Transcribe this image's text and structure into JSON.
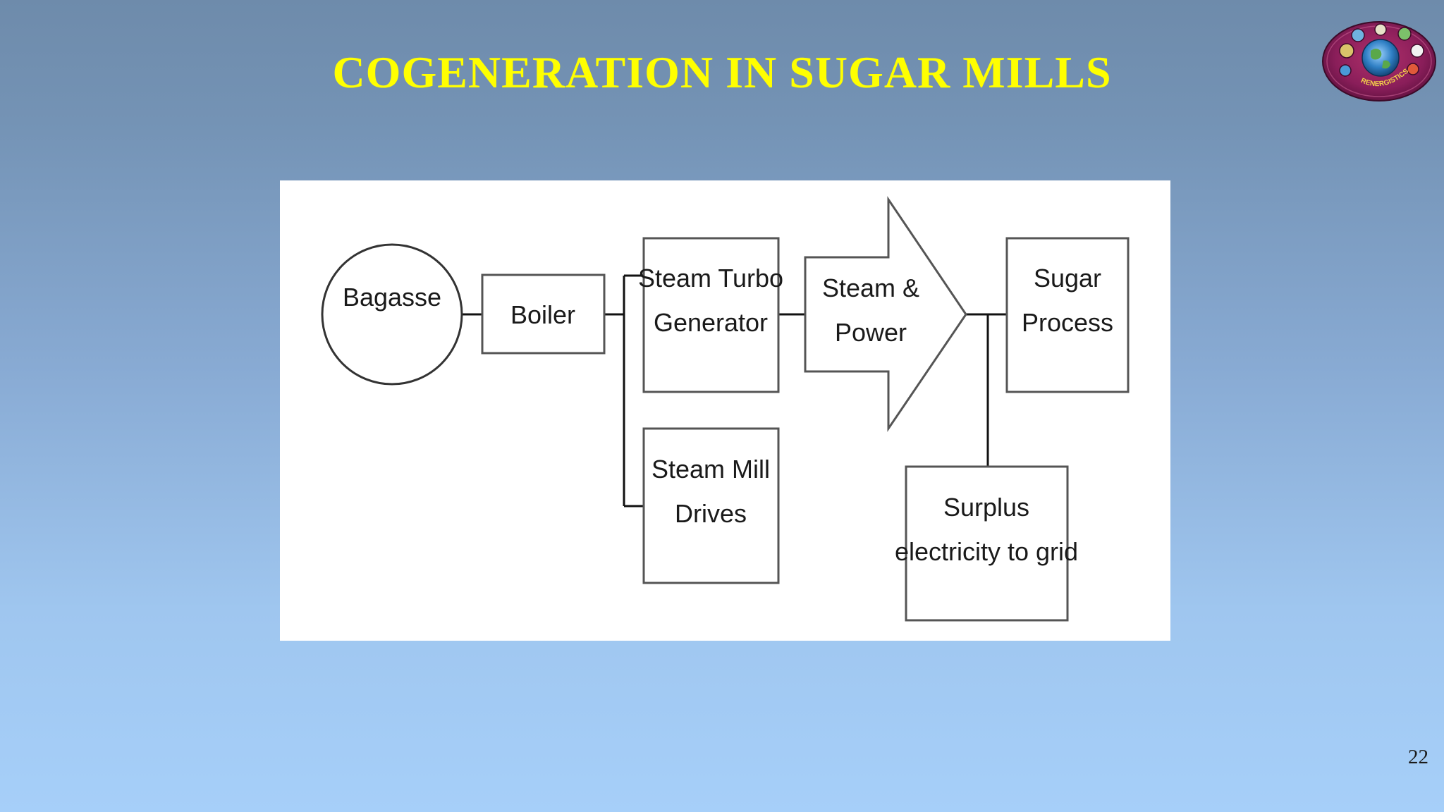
{
  "slide": {
    "title": "COGENERATION IN SUGAR MILLS",
    "page_number": "22",
    "colors": {
      "title": "#ffff00",
      "background_top": "#6e8bab",
      "background_bottom": "#a6cff9",
      "diagram_background": "#ffffff"
    }
  },
  "logo": {
    "icon": "globe-logo-icon",
    "text": "RENERGISTICS"
  },
  "diagram": {
    "nodes": {
      "bagasse": {
        "label": "Bagasse",
        "shape": "circle"
      },
      "boiler": {
        "label": "Boiler",
        "shape": "box"
      },
      "turbo_generator": {
        "line1": "Steam Turbo",
        "line2": "Generator",
        "shape": "box"
      },
      "mill_drives": {
        "line1": "Steam Mill",
        "line2": "Drives",
        "shape": "box"
      },
      "steam_power": {
        "line1": "Steam &",
        "line2": "Power",
        "shape": "arrow"
      },
      "sugar_process": {
        "line1": "Sugar",
        "line2": "Process",
        "shape": "box"
      },
      "surplus": {
        "line1": "Surplus",
        "line2": "electricity to grid",
        "shape": "box"
      }
    },
    "connections": [
      {
        "from": "Bagasse",
        "to": "Boiler"
      },
      {
        "from": "Boiler",
        "to": "Steam Turbo Generator"
      },
      {
        "from": "Boiler",
        "to": "Steam Mill Drives"
      },
      {
        "from": "Steam Turbo Generator",
        "to": "Steam & Power"
      },
      {
        "from": "Steam & Power",
        "to": "Sugar Process"
      },
      {
        "from": "Steam & Power",
        "to": "Surplus electricity to grid"
      }
    ]
  }
}
